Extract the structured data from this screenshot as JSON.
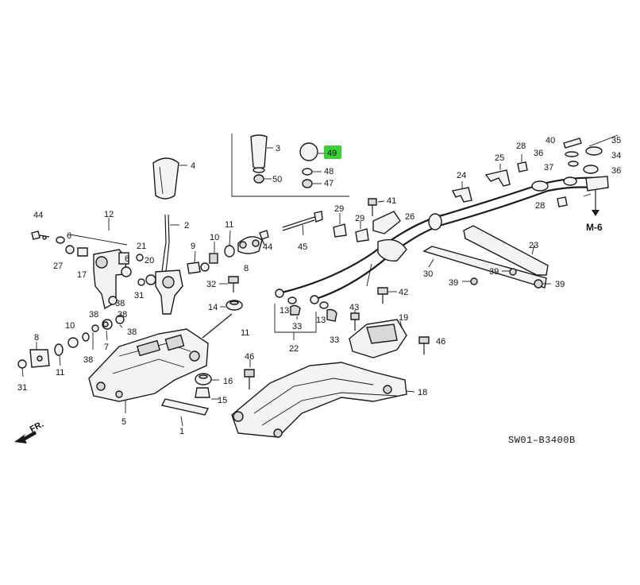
{
  "diagram": {
    "code": "SW01–B3400B",
    "section_ref": "M-6",
    "direction_label": "FR.",
    "highlight_color": "#22cc22",
    "highlighted_part": "49",
    "labels": {
      "l4": "4",
      "l3": "3",
      "l49": "49",
      "l50": "50",
      "l48": "48",
      "l47": "47",
      "l2": "2",
      "l12": "12",
      "l44a": "44",
      "l6a": "6",
      "l27": "27",
      "l17": "17",
      "l21": "21",
      "l6b": "6",
      "l20": "20",
      "l31a": "31",
      "l38a": "38",
      "l11a": "11",
      "l10a": "10",
      "l9": "9",
      "l8a": "8",
      "l44b": "44",
      "l45": "45",
      "l32": "32",
      "l14": "14",
      "l38b": "38",
      "l38c": "38",
      "l38d": "38",
      "l10b": "10",
      "l7": "7",
      "l8b": "8",
      "l11b": "11",
      "l31b": "31",
      "l5": "5",
      "l1": "1",
      "l16": "16",
      "l15": "15",
      "l46a": "46",
      "l40": "40",
      "l36": "36",
      "l37": "37",
      "l35": "35",
      "l34": "34",
      "l28a": "28",
      "l25": "25",
      "l24": "24",
      "l28b": "28",
      "l41": "41",
      "l29a": "29",
      "l29b": "29",
      "l26": "26",
      "l23": "23",
      "l30": "30",
      "l39a": "39",
      "l39b": "39",
      "l39c": "39",
      "l42": "42",
      "l13a": "13",
      "l13b": "13",
      "l33a": "33",
      "l33b": "33",
      "l22": "22",
      "l43": "43",
      "l19": "19",
      "l46b": "46",
      "l18": "18"
    }
  }
}
